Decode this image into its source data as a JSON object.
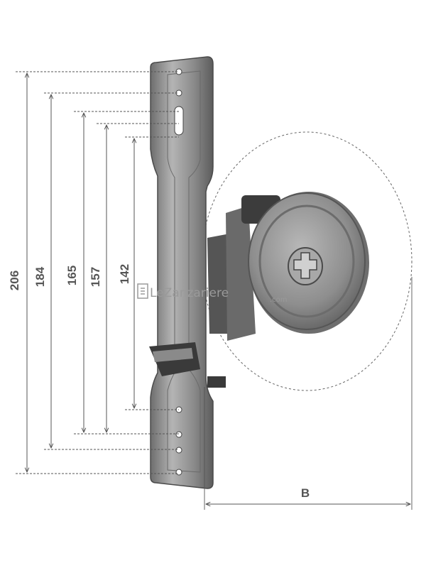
{
  "dimensions": {
    "d206": "206",
    "d184": "184",
    "d165": "165",
    "d157": "157",
    "d142": "142",
    "b": "B"
  },
  "watermark": {
    "brand": "LeZanzariere",
    "suffix": ".com"
  },
  "colors": {
    "dimension_line": "#555555",
    "bracket_metal": "#8f8f8f",
    "pulley": "#9a9a9a"
  }
}
